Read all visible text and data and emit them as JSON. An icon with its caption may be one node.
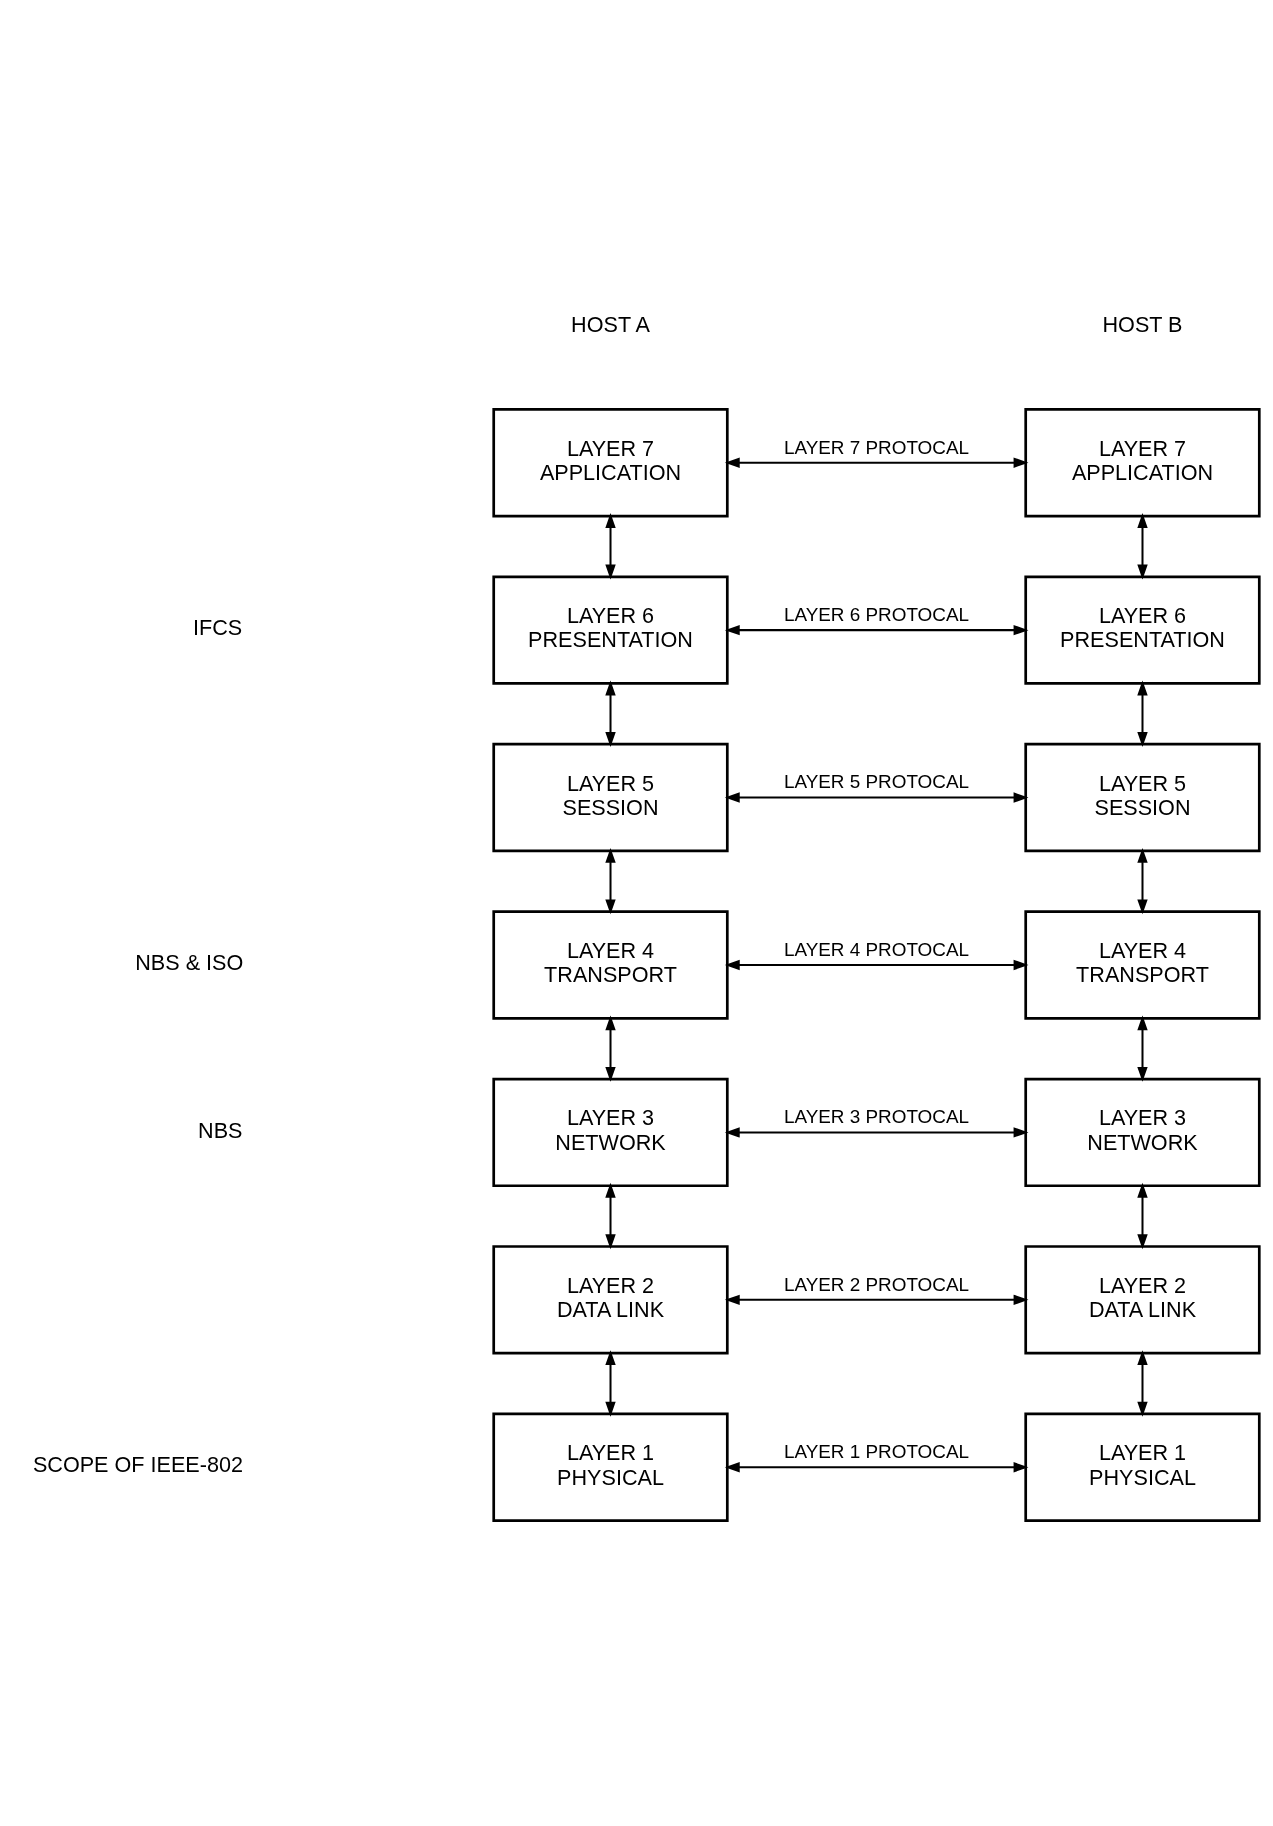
{
  "diagram": {
    "nodes": [
      {
        "text": [
          "LAYER 7",
          "APPLICATION"
        ]
      },
      {
        "text": [
          "LAYER 7",
          "APPLICATION"
        ]
      },
      {
        "text": [
          "LAYER 6",
          "PRESENTATION"
        ]
      },
      {
        "text": [
          "LAYER 6",
          "PRESENTATION"
        ]
      },
      {
        "text": [
          "LAYER 5",
          "SESSION"
        ]
      },
      {
        "text": [
          "LAYER 5",
          "SESSION"
        ]
      },
      {
        "text": [
          "LAYER 4",
          "TRANSPORT"
        ]
      },
      {
        "text": [
          "LAYER 4",
          "TRANSPORT"
        ]
      },
      {
        "text": [
          "LAYER 3",
          "NETWORK"
        ]
      },
      {
        "text": [
          "LAYER 3",
          "NETWORK"
        ]
      },
      {
        "text": [
          "LAYER 2",
          "DATA LINK"
        ]
      },
      {
        "text": [
          "LAYER 2",
          "DATA LINK"
        ]
      },
      {
        "text": [
          "LAYER 1",
          "PHYSICAL"
        ]
      },
      {
        "text": [
          "LAYER 1",
          "PHYSICAL"
        ]
      }
    ],
    "edges": [
      {
        "from": 0,
        "to": 1,
        "arrow": "both",
        "label": "LAYER 7 PROTOCAL"
      },
      {
        "from": 0,
        "to": 2,
        "arrow": "both"
      },
      {
        "from": 1,
        "to": 3,
        "arrow": "both"
      },
      {
        "from": 2,
        "to": 3,
        "arrow": "both",
        "label": "LAYER 6 PROTOCAL"
      },
      {
        "from": 2,
        "to": 4,
        "arrow": "both"
      },
      {
        "from": 3,
        "to": 5,
        "arrow": "both"
      },
      {
        "from": 4,
        "to": 5,
        "arrow": "both",
        "label": "LAYER 5 PROTOCAL"
      },
      {
        "from": 4,
        "to": 6,
        "arrow": "both"
      },
      {
        "from": 5,
        "to": 7,
        "arrow": "both"
      },
      {
        "from": 6,
        "to": 7,
        "arrow": "both",
        "label": "LAYER 4 PROTOCAL"
      },
      {
        "from": 6,
        "to": 8,
        "arrow": "both"
      },
      {
        "from": 7,
        "to": 9,
        "arrow": "both"
      },
      {
        "from": 8,
        "to": 9,
        "arrow": "both",
        "label": "LAYER 3 PROTOCAL"
      },
      {
        "from": 8,
        "to": 10,
        "arrow": "both"
      },
      {
        "from": 9,
        "to": 11,
        "arrow": "both"
      },
      {
        "from": 10,
        "to": 11,
        "arrow": "both",
        "label": "LAYER 2 PROTOCAL"
      },
      {
        "from": 10,
        "to": 12,
        "arrow": "both"
      },
      {
        "from": 11,
        "to": 13,
        "arrow": "both"
      },
      {
        "from": 12,
        "to": 13,
        "arrow": "both",
        "label": "LAYER 1 PROTOCAL"
      }
    ],
    "labels": [
      "HOST A",
      "HOST B",
      "IFCS",
      "NBS & ISO",
      "NBS",
      "SCOPE OF IEEE-802"
    ]
  }
}
